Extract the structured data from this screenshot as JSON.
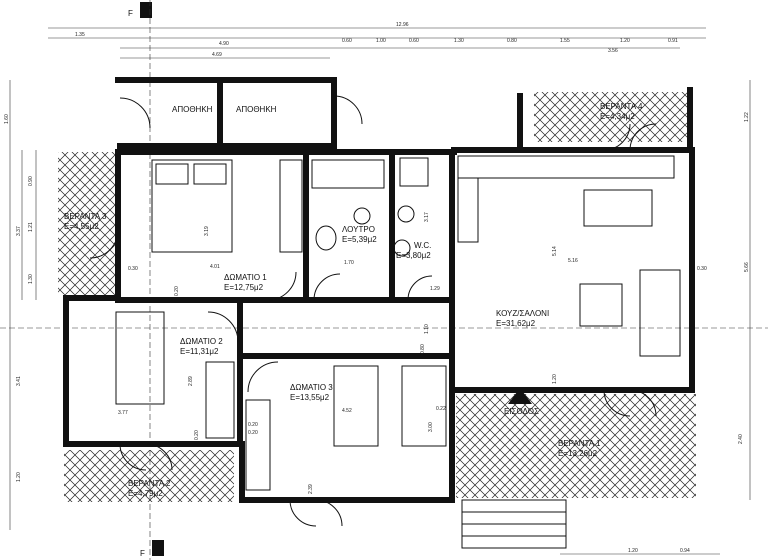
{
  "section_markers": {
    "top": "F",
    "bottom": "F"
  },
  "rooms": {
    "storage_left": "ΑΠΟΘΗΚΗ",
    "storage_right": "ΑΠΟΘΗΚΗ",
    "veranda3": {
      "name": "ΒΕΡΑΝΤΑ 3",
      "area": "E=4,55μ2"
    },
    "veranda4": {
      "name": "ΒΕΡΑΝΤΑ 4",
      "area": "E=4,34μ2"
    },
    "bathroom": {
      "name": "ΛΟΥΤΡΟ",
      "area": "E=5,39μ2"
    },
    "wc": {
      "name": "W.C.",
      "area": "E=3,80μ2"
    },
    "bedroom1": {
      "name": "ΔΩΜΑΤΙΟ 1",
      "area": "E=12,75μ2"
    },
    "bedroom2": {
      "name": "ΔΩΜΑΤΙΟ 2",
      "area": "E=11,31μ2"
    },
    "bedroom3": {
      "name": "ΔΩΜΑΤΙΟ 3",
      "area": "E=13,55μ2"
    },
    "kitchen_living": {
      "name": "ΚΟΥΖ/ΣΑΛΟΝΙ",
      "area": "E=31,62μ2"
    },
    "entrance": "ΕΙΣΟΔΟΣ",
    "veranda1": {
      "name": "ΒΕΡΑΝΤΑ 1",
      "area": "E=13,26μ2"
    },
    "veranda2": {
      "name": "ΒΕΡΑΝΤΑ 2",
      "area": "E=4,79μ2"
    }
  },
  "dimensions": {
    "total_top": "12.96",
    "row1": [
      "1.35",
      "0.60",
      "1.00",
      "0.60",
      "1.30",
      "0.80",
      "1.55",
      "1.20",
      "0.91"
    ],
    "row2": [
      "4.90",
      "3.56"
    ],
    "row3": "4.69",
    "left": [
      "1.60",
      "0.90",
      "1.21",
      "3.37",
      "1.30",
      "3.41",
      "1.20"
    ],
    "right": [
      "1.22",
      "5.66",
      "2.40"
    ],
    "interior": [
      "3.19",
      "4.01",
      "0.30",
      "1.70",
      "3.17",
      "5.14",
      "5.16",
      "0.30",
      "1.20",
      "0.20",
      "1.10",
      "0.80",
      "1.29",
      "2.89",
      "4.52",
      "3.77",
      "0.20",
      "0.22",
      "3.00",
      "0.20",
      "0.20",
      "2.39"
    ],
    "bottom": [
      "1.20",
      "0.94"
    ]
  }
}
